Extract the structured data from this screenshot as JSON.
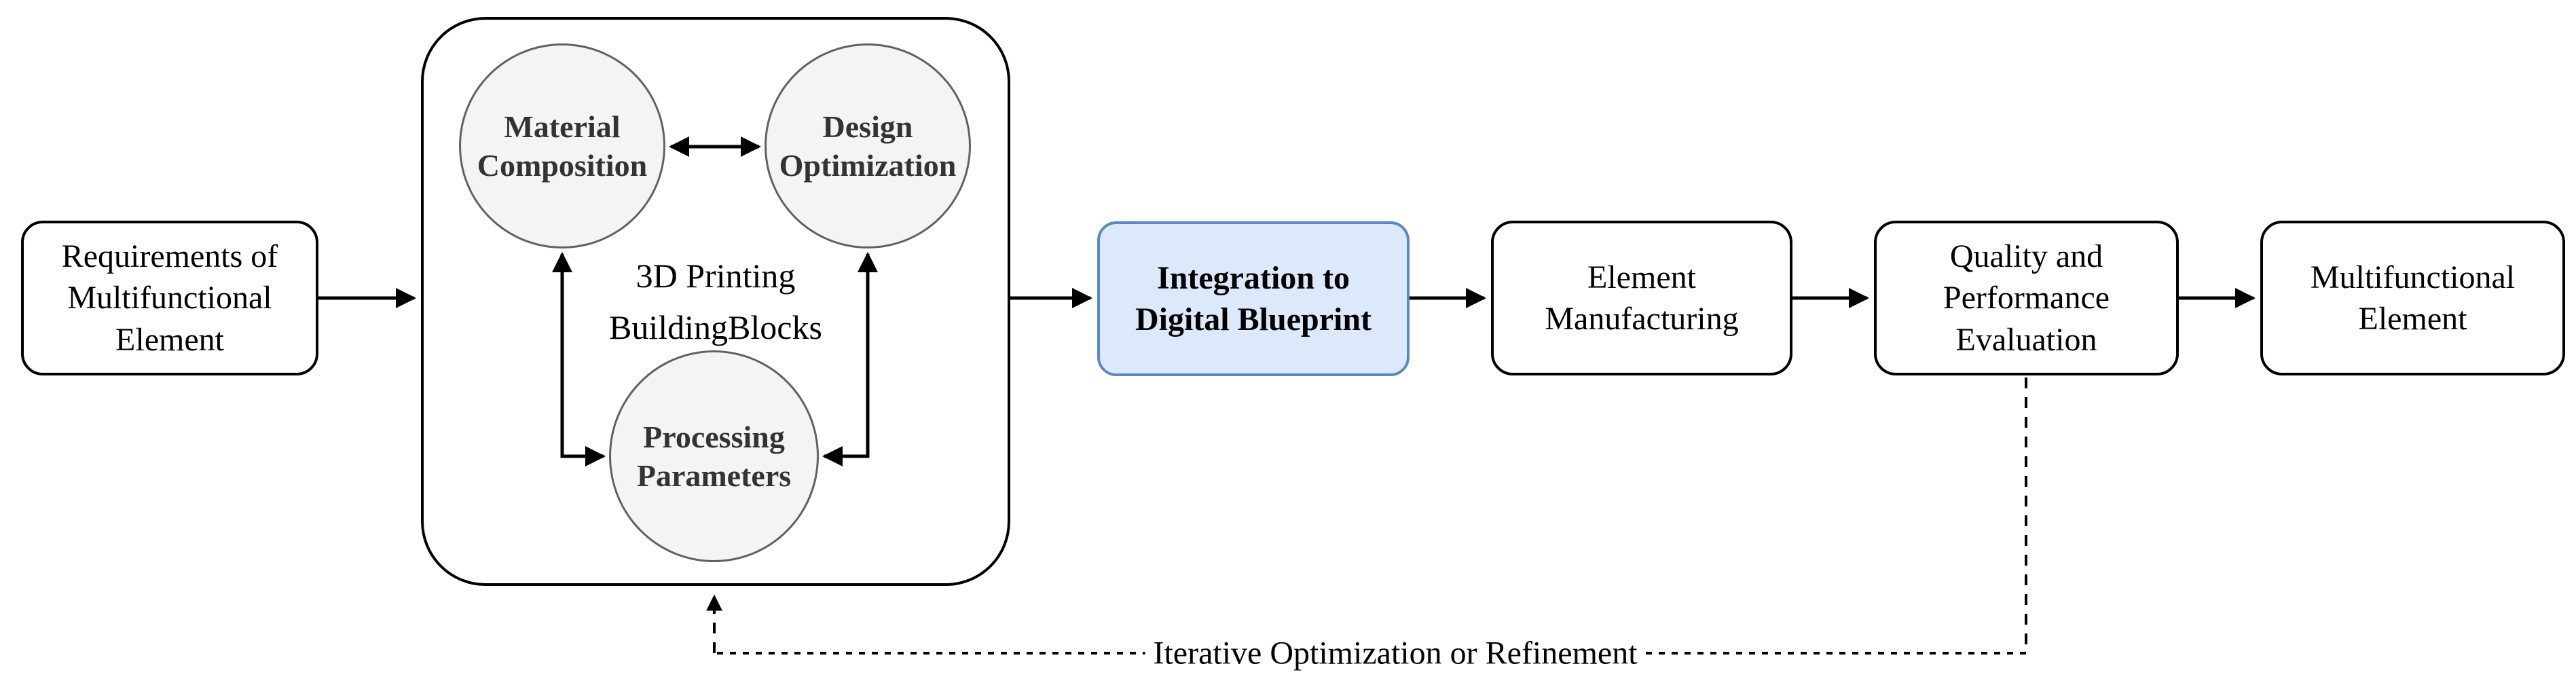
{
  "flowchart": {
    "requirements": {
      "label": "Requirements of\nMultifunctional\nElement"
    },
    "building_blocks": {
      "caption": "3D Printing\nBuildingBlocks",
      "material": {
        "label": "Material\nComposition"
      },
      "design": {
        "label": "Design\nOptimization"
      },
      "processing": {
        "label": "Processing\nParameters"
      }
    },
    "integration": {
      "label": "Integration to\nDigital Blueprint"
    },
    "manufacturing": {
      "label": "Element\nManufacturing"
    },
    "evaluation": {
      "label": "Quality and\nPerformance\nEvaluation"
    },
    "element": {
      "label": "Multifunctional\nElement"
    },
    "feedback": {
      "label": "Iterative Optimization or Refinement"
    },
    "colors": {
      "background": "#ffffff",
      "highlight_fill": "#dbe9fb",
      "highlight_border": "#5b87c5",
      "ellipse_fill": "#f4f4f4",
      "ellipse_border": "#616161",
      "node_text": "#333333",
      "line": "#000000"
    }
  }
}
